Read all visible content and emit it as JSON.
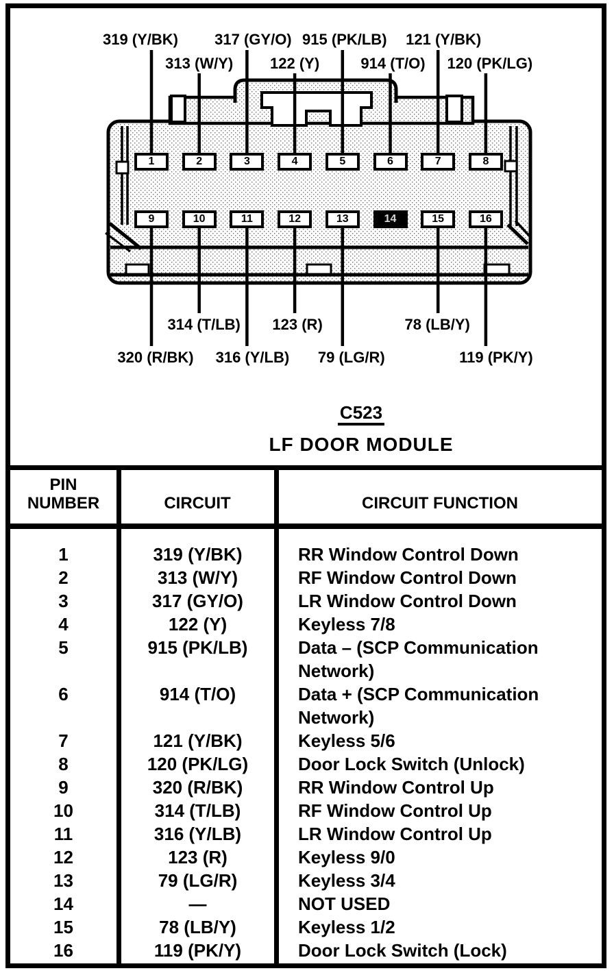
{
  "connector": {
    "id": "C523",
    "name": "LF DOOR MODULE"
  },
  "diagram": {
    "pins": [
      "1",
      "2",
      "3",
      "4",
      "5",
      "6",
      "7",
      "8",
      "9",
      "10",
      "11",
      "12",
      "13",
      "14",
      "15",
      "16"
    ],
    "not_used_pin": "14",
    "top_labels": [
      {
        "pin": 1,
        "text": "319 (Y/BK)",
        "row": 1
      },
      {
        "pin": 2,
        "text": "313 (W/Y)",
        "row": 2
      },
      {
        "pin": 3,
        "text": "317 (GY/O)",
        "row": 1
      },
      {
        "pin": 4,
        "text": "122 (Y)",
        "row": 2
      },
      {
        "pin": 5,
        "text": "915 (PK/LB)",
        "row": 1
      },
      {
        "pin": 6,
        "text": "914 (T/O)",
        "row": 2
      },
      {
        "pin": 7,
        "text": "121 (Y/BK)",
        "row": 1
      },
      {
        "pin": 8,
        "text": "120 (PK/LG)",
        "row": 2
      }
    ],
    "bottom_labels": [
      {
        "pin": 9,
        "text": "320 (R/BK)",
        "row": 2
      },
      {
        "pin": 10,
        "text": "314 (T/LB)",
        "row": 1
      },
      {
        "pin": 11,
        "text": "316 (Y/LB)",
        "row": 2
      },
      {
        "pin": 12,
        "text": "123 (R)",
        "row": 1
      },
      {
        "pin": 13,
        "text": "79 (LG/R)",
        "row": 2
      },
      {
        "pin": 15,
        "text": "78 (LB/Y)",
        "row": 1
      },
      {
        "pin": 16,
        "text": "119 (PK/Y)",
        "row": 2
      }
    ]
  },
  "table": {
    "headers": {
      "pin": [
        "PIN",
        "NUMBER"
      ],
      "circuit": "CIRCUIT",
      "function": "CIRCUIT FUNCTION"
    },
    "rows": [
      {
        "pin": "1",
        "circuit": "319 (Y/BK)",
        "function": "RR Window Control Down"
      },
      {
        "pin": "2",
        "circuit": "313 (W/Y)",
        "function": "RF Window Control Down"
      },
      {
        "pin": "3",
        "circuit": "317 (GY/O)",
        "function": "LR Window Control Down"
      },
      {
        "pin": "4",
        "circuit": "122 (Y)",
        "function": "Keyless 7/8"
      },
      {
        "pin": "5",
        "circuit": "915 (PK/LB)",
        "function": "Data – (SCP Communication Network)"
      },
      {
        "pin": "6",
        "circuit": "914 (T/O)",
        "function": "Data + (SCP Communication Network)"
      },
      {
        "pin": "7",
        "circuit": "121 (Y/BK)",
        "function": "Keyless 5/6"
      },
      {
        "pin": "8",
        "circuit": "120 (PK/LG)",
        "function": "Door Lock Switch (Unlock)"
      },
      {
        "pin": "9",
        "circuit": "320 (R/BK)",
        "function": "RR Window Control Up"
      },
      {
        "pin": "10",
        "circuit": "314 (T/LB)",
        "function": "RF Window Control Up"
      },
      {
        "pin": "11",
        "circuit": "316 (Y/LB)",
        "function": "LR Window Control Up"
      },
      {
        "pin": "12",
        "circuit": "123 (R)",
        "function": "Keyless 9/0"
      },
      {
        "pin": "13",
        "circuit": "79 (LG/R)",
        "function": "Keyless 3/4"
      },
      {
        "pin": "14",
        "circuit": "—",
        "function": "NOT USED"
      },
      {
        "pin": "15",
        "circuit": "78 (LB/Y)",
        "function": "Keyless 1/2"
      },
      {
        "pin": "16",
        "circuit": "119 (PK/Y)",
        "function": "Door Lock Switch (Lock)"
      }
    ]
  },
  "colors": {
    "ink": "#000000",
    "paper": "#ffffff",
    "stipple_dot": "#6f6f6f",
    "pin14_fill": "#000000",
    "pin14_text": "#d8d8d8"
  }
}
